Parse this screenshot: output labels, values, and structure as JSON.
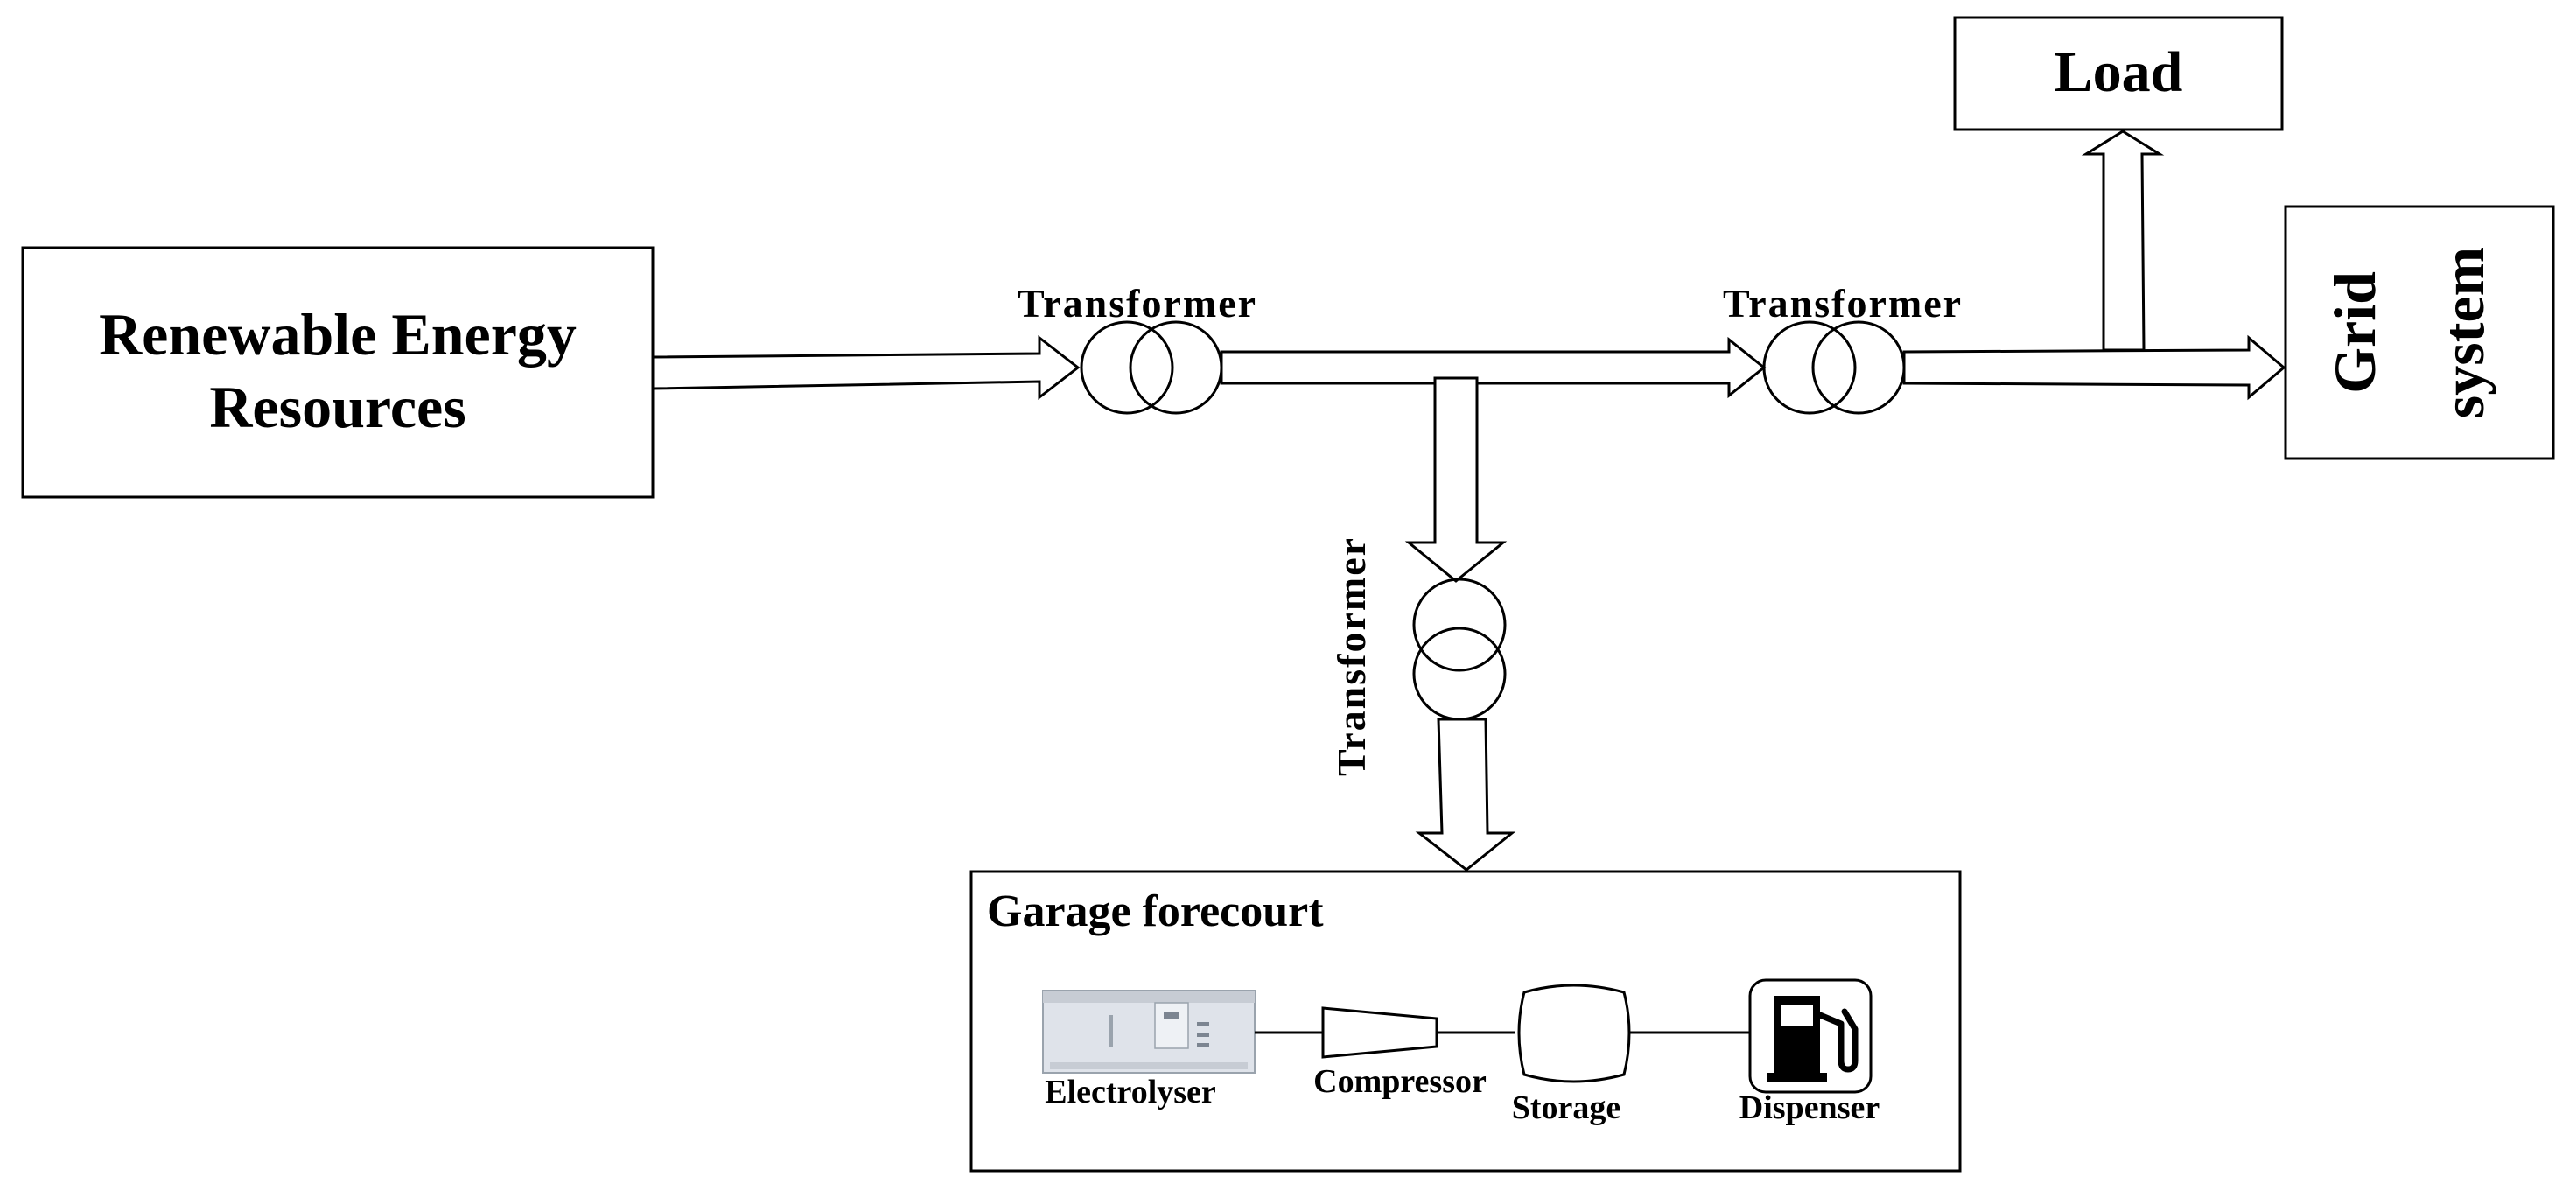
{
  "source_box": {
    "line1": "Renewable Energy",
    "line2": "Resources"
  },
  "transformers": {
    "t1_label": "Transformer",
    "t2_label": "Transformer",
    "t3_label": "Transformer"
  },
  "load_box": {
    "label": "Load"
  },
  "grid_box": {
    "line1": "Grid",
    "line2": "system"
  },
  "forecourt": {
    "title": "Garage forecourt",
    "electrolyser_label": "Electrolyser",
    "compressor_label": "Compressor",
    "storage_label": "Storage",
    "dispenser_label": "Dispenser"
  }
}
